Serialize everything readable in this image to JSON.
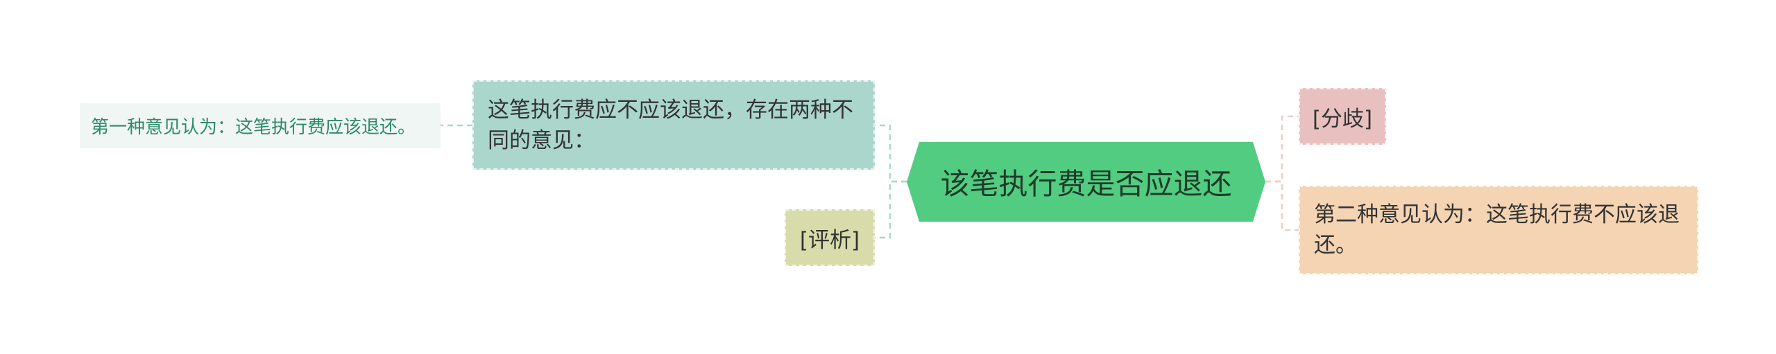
{
  "colors": {
    "center": "#52cc80",
    "left_main": "#aad6cc",
    "left_leaf": "#eff6f3",
    "left_comment": "#d8dcaa",
    "right_diverge": "#e9c0c0",
    "right_opinion": "#f4d4b2",
    "link_left": "#a9d6ca",
    "link_right": "#e8d0c4"
  },
  "center": {
    "label": "该笔执行费是否应退还"
  },
  "left": {
    "main": {
      "label": "这笔执行费应不应该退还，存在两种不同的意见："
    },
    "leaf": {
      "label": "第一种意见认为：这笔执行费应该退还。"
    },
    "comment": {
      "label": "[评析]"
    }
  },
  "right": {
    "diverge": {
      "label": "[分歧]"
    },
    "opinion": {
      "label": "第二种意见认为：这笔执行费不应该退还。"
    }
  }
}
